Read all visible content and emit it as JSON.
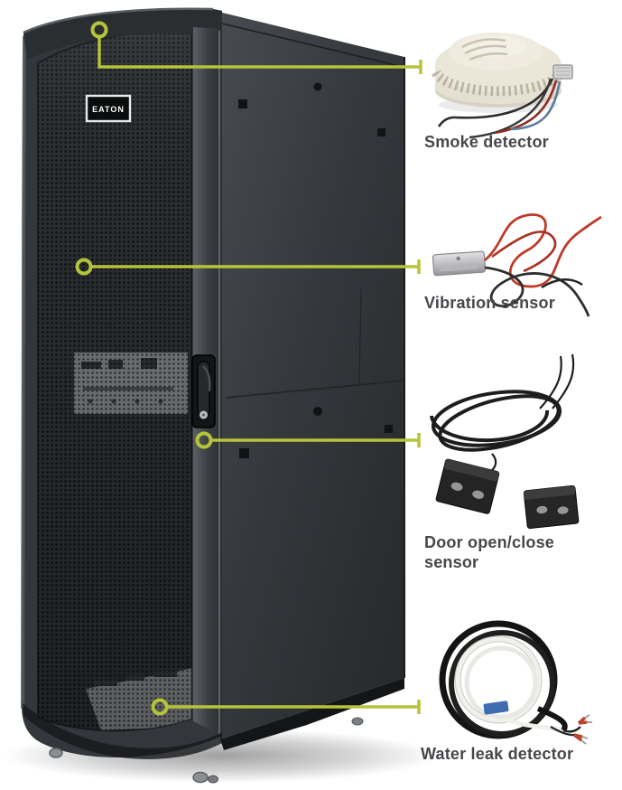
{
  "figure": {
    "type": "product-callout-diagram",
    "background": "#ffffff",
    "callout_color": "#b6c43a",
    "label_color": "#45474a"
  },
  "rack": {
    "logo": "EATON"
  },
  "callouts": [
    {
      "id": "smoke-detector",
      "label": "Smoke detector"
    },
    {
      "id": "vibration-sensor",
      "label": "Vibration sensor"
    },
    {
      "id": "door-open-close-sensor",
      "label": "Door open/close sensor"
    },
    {
      "id": "water-leak-detector",
      "label": "Water leak detector"
    }
  ]
}
